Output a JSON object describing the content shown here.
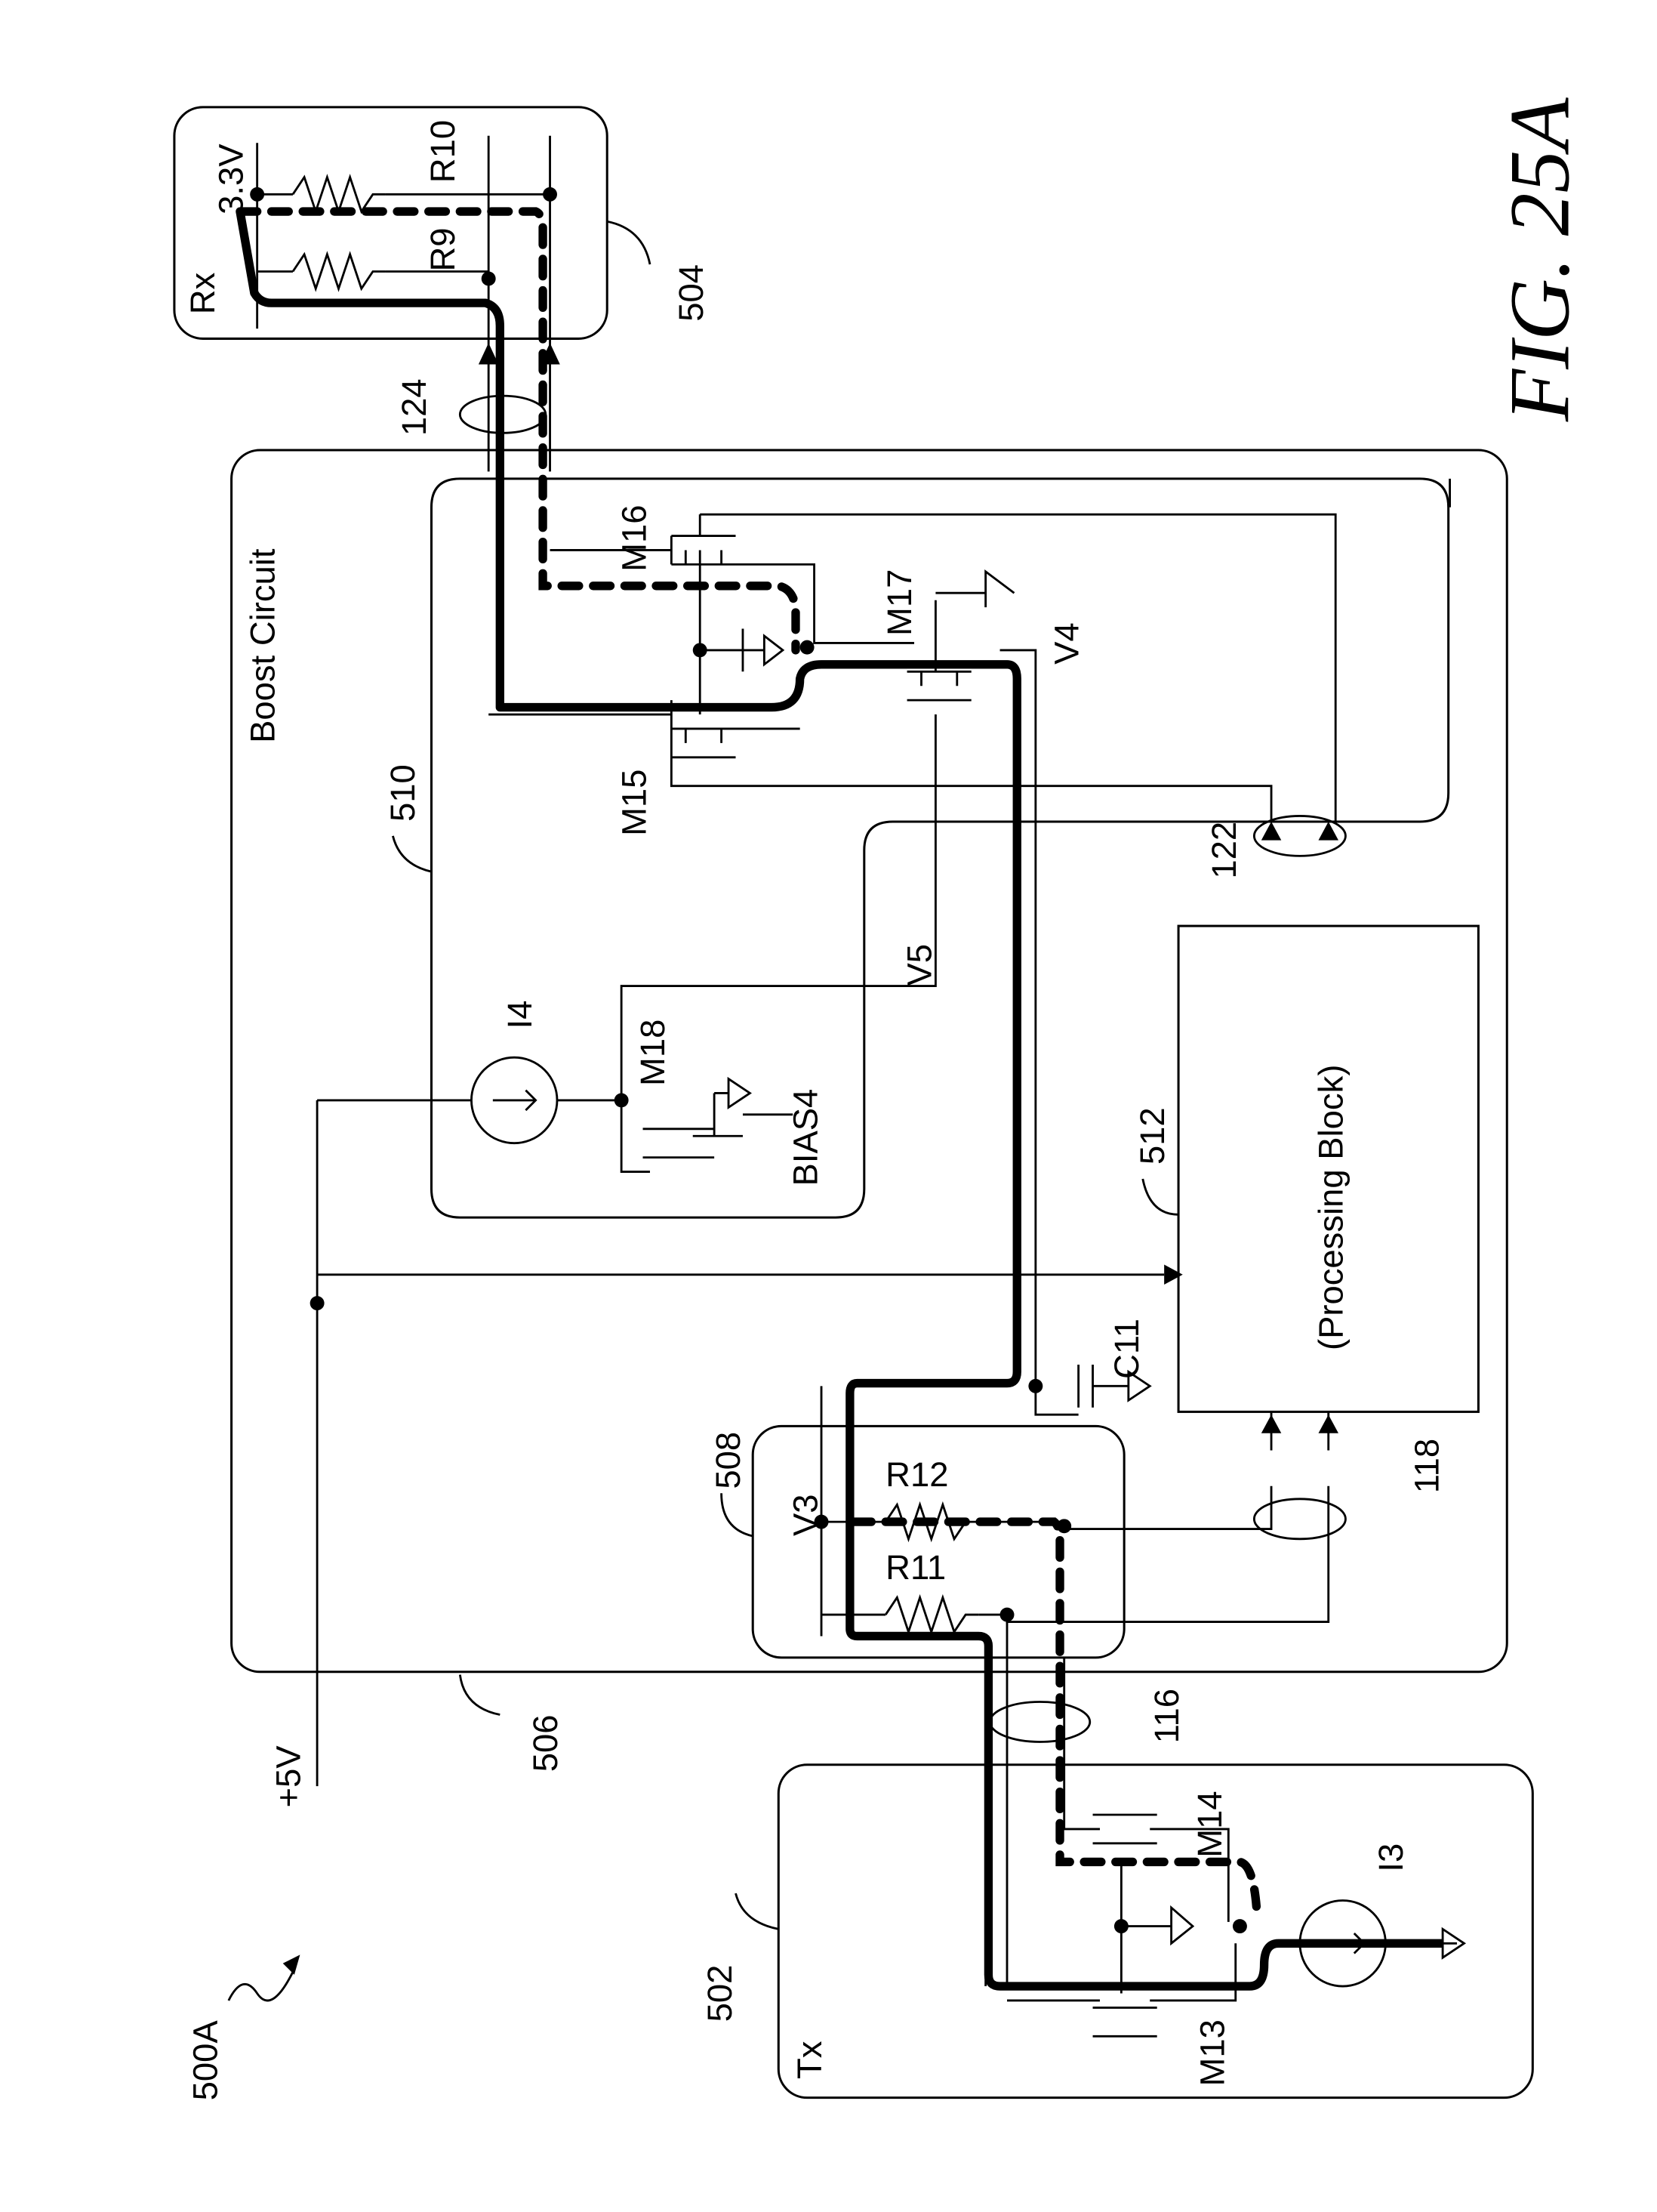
{
  "figure": {
    "title": "FIG. 25A",
    "ref": "500A"
  },
  "blocks": {
    "rx": {
      "label": "Rx",
      "ref": "504",
      "supply": "3.3V",
      "r10": "R10",
      "r9": "R9"
    },
    "boost": {
      "label": "Boost Circuit",
      "ref": "506"
    },
    "bias": {
      "ref": "510",
      "i4": "I4",
      "m18": "M18",
      "bias4": "BIAS4",
      "v5": "V5",
      "m15": "M15",
      "m16": "M16",
      "m17": "M17",
      "v4": "V4"
    },
    "processing": {
      "label": "(Processing Block)",
      "ref": "512"
    },
    "sense": {
      "ref": "508",
      "v3": "V3",
      "r12": "R12",
      "r11": "R11",
      "c11": "C11"
    },
    "tx": {
      "label": "Tx",
      "ref": "502",
      "m14": "M14",
      "m13": "M13",
      "i3": "I3"
    },
    "supply": {
      "label": "+5V"
    },
    "buses": {
      "b124": "124",
      "b122": "122",
      "b118": "118",
      "b116": "116"
    }
  }
}
